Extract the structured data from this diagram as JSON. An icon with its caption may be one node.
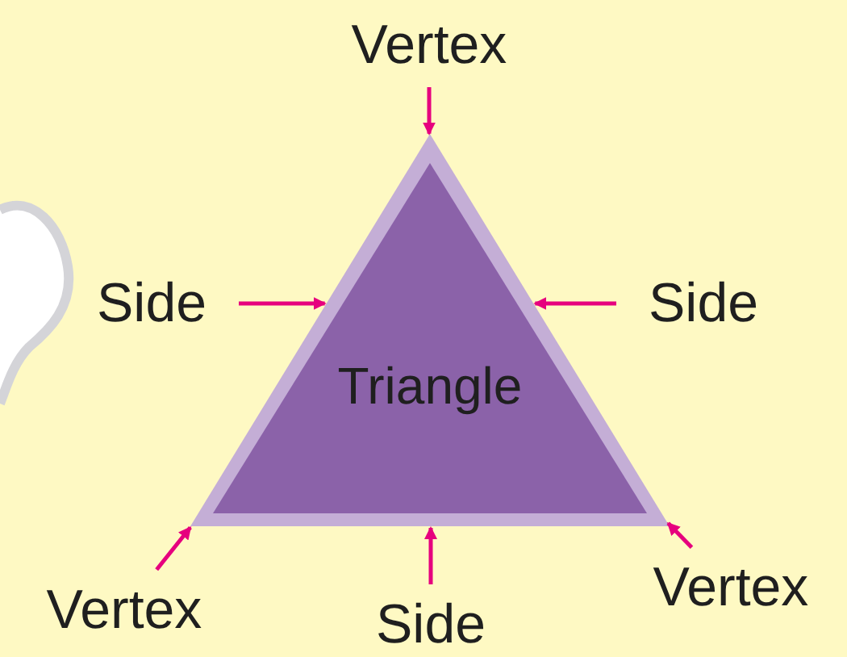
{
  "diagram": {
    "nodes": [
      {
        "text": [
          "Triangle"
        ]
      },
      {
        "text": [
          "Vertex"
        ]
      },
      {
        "text": [
          "Side"
        ]
      },
      {
        "text": [
          "Side"
        ]
      },
      {
        "text": [
          "Vertex"
        ]
      },
      {
        "text": [
          "Side"
        ]
      },
      {
        "text": [
          "Vertex"
        ]
      }
    ],
    "edges": [
      {
        "from": 1,
        "to": 0,
        "arrow": "to"
      },
      {
        "from": 2,
        "to": 0,
        "arrow": "to"
      },
      {
        "from": 3,
        "to": 0,
        "arrow": "to"
      },
      {
        "from": 4,
        "to": 0,
        "arrow": "to"
      },
      {
        "from": 5,
        "to": 0,
        "arrow": "to"
      },
      {
        "from": 6,
        "to": 0,
        "arrow": "to"
      }
    ]
  }
}
